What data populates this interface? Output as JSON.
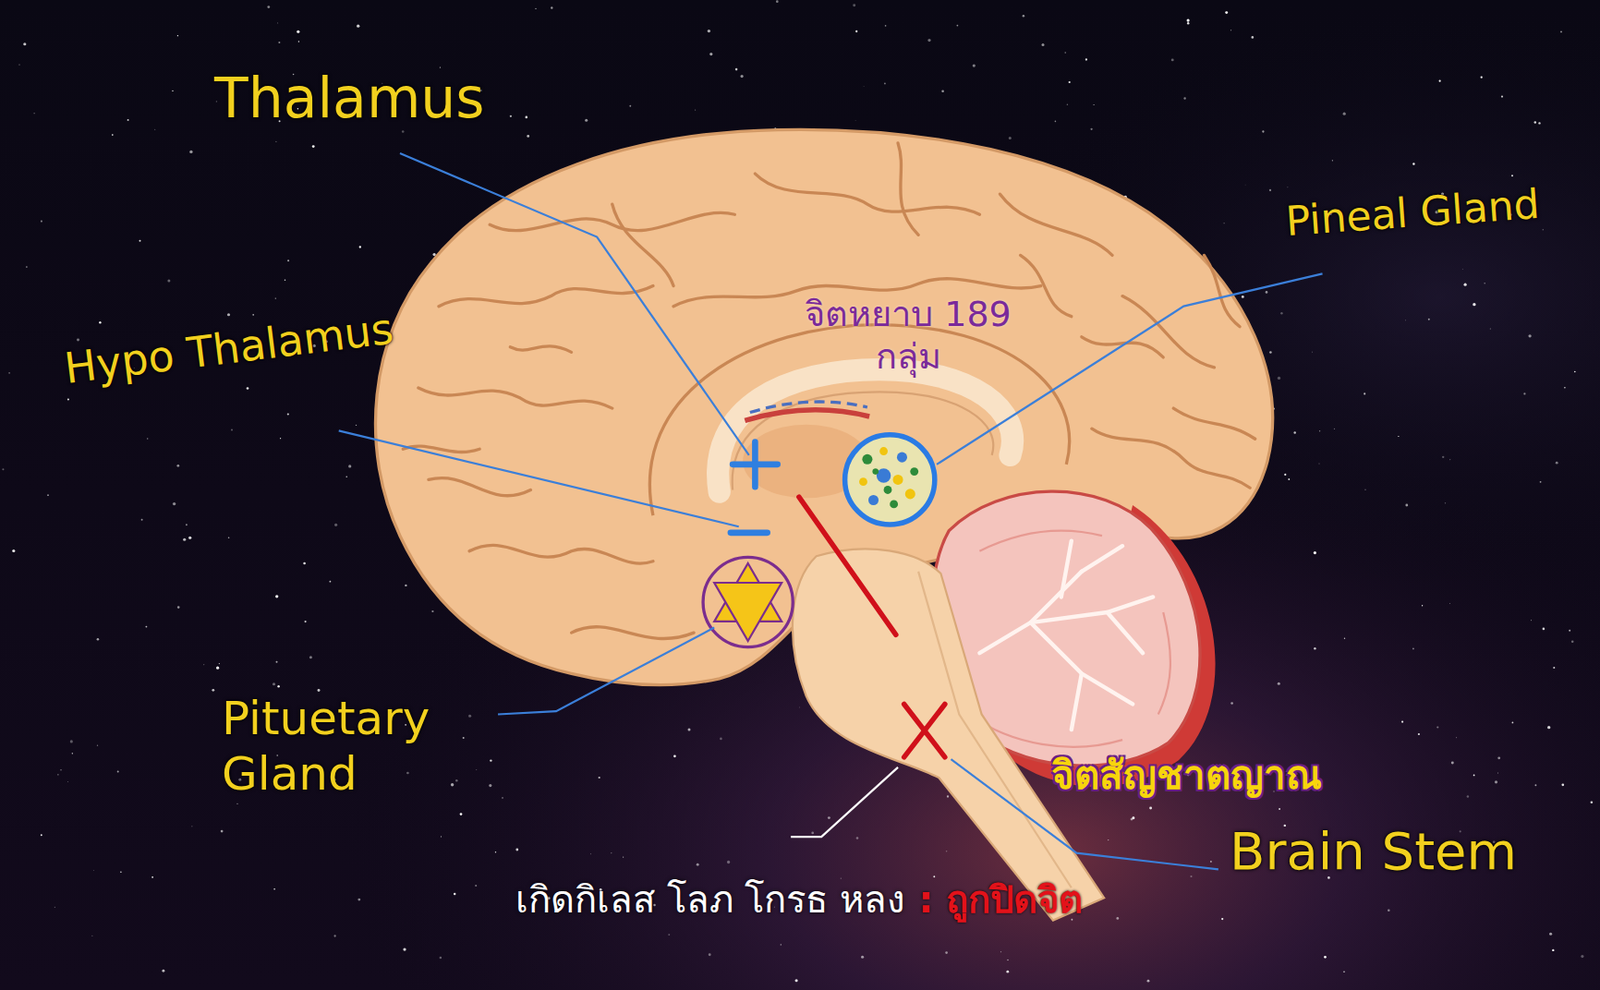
{
  "diagram": {
    "labels": [
      "Thalamus",
      "Pineal Gland",
      "จิตหยาบ 189 กลุ่ม",
      "Hypo Thalamus",
      "Pituetary Gland",
      "จิตสัญชาตญาณ",
      "Brain Stem",
      "เกิดกิเลส โลภ โกรธ หลง",
      ": ถูกปิดจิต"
    ]
  }
}
